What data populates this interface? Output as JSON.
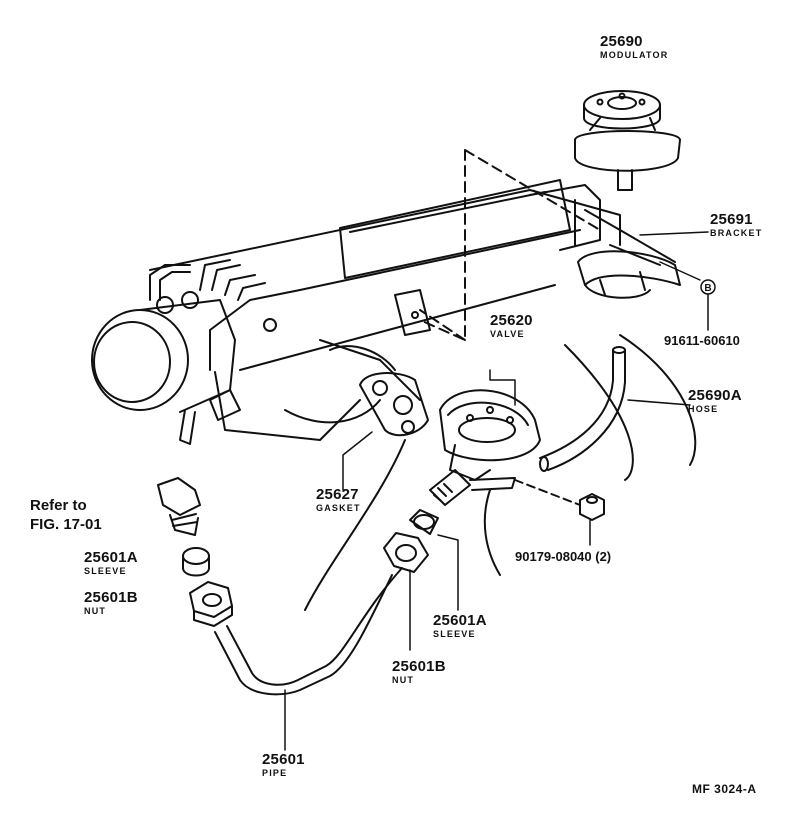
{
  "parts": {
    "modulator": {
      "number": "25690",
      "name": "MODULATOR"
    },
    "bracket": {
      "number": "25691",
      "name": "BRACKET"
    },
    "bolt": {
      "number": "91611-60610",
      "callout": "B"
    },
    "valve": {
      "number": "25620",
      "name": "VALVE"
    },
    "hose": {
      "number": "25690A",
      "name": "HOSE"
    },
    "gasket": {
      "number": "25627",
      "name": "GASKET"
    },
    "nut_small": {
      "number": "90179-08040 (2)"
    },
    "sleeve_left": {
      "number": "25601A",
      "name": "SLEEVE"
    },
    "nut_left": {
      "number": "25601B",
      "name": "NUT"
    },
    "sleeve_right": {
      "number": "25601A",
      "name": "SLEEVE"
    },
    "nut_right": {
      "number": "25601B",
      "name": "NUT"
    },
    "pipe": {
      "number": "25601",
      "name": "PIPE"
    }
  },
  "reference": {
    "line1": "Refer to",
    "line2": "FIG. 17-01"
  },
  "figure_id": "MF  3024-A"
}
